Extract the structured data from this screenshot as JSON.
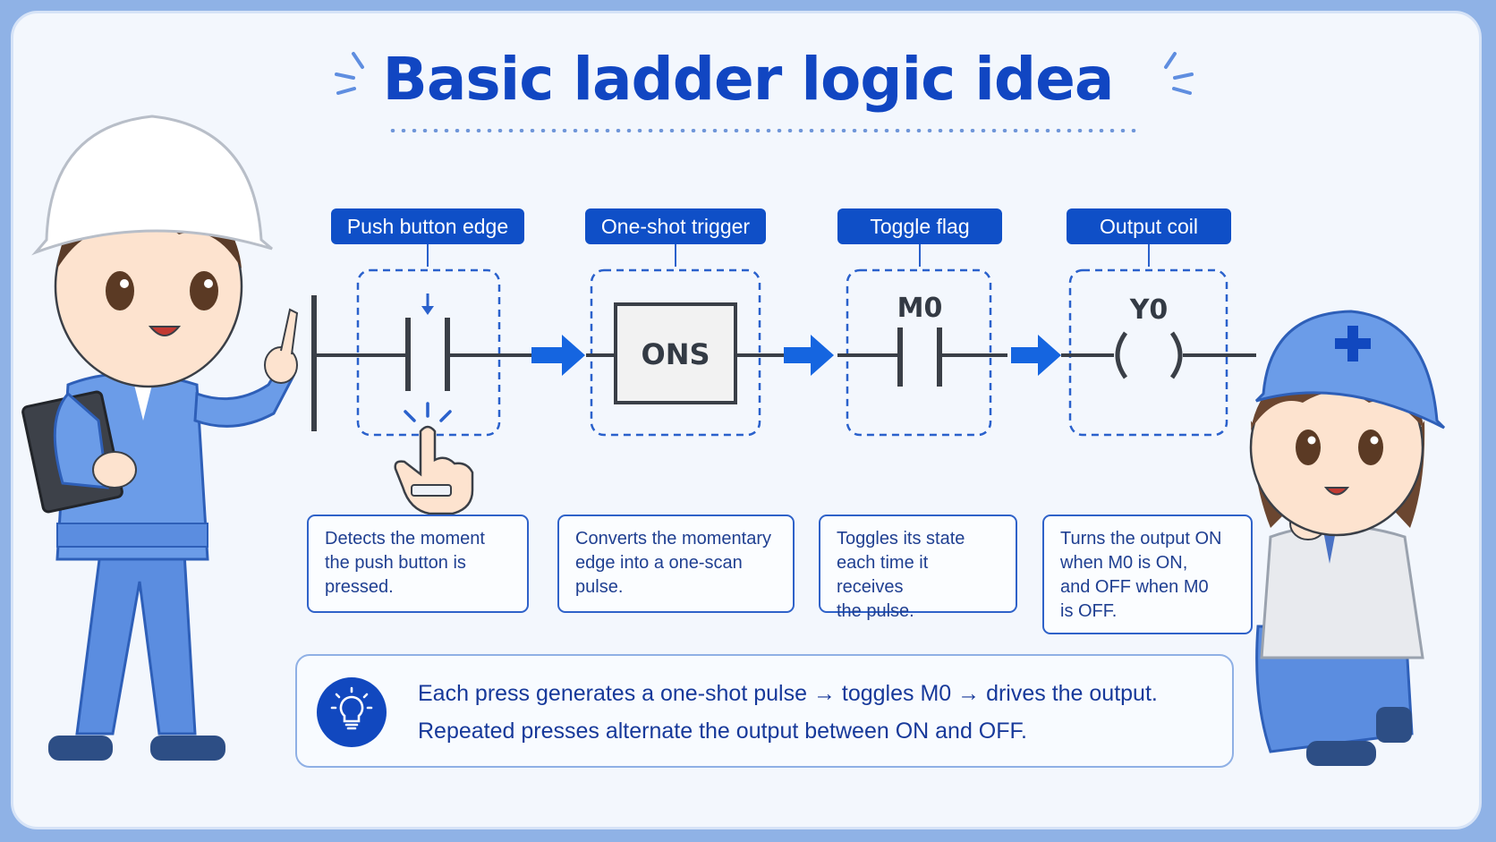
{
  "title": "Basic ladder logic idea",
  "stages": [
    {
      "tag": "Push button edge",
      "description": [
        "Detects the moment",
        "the push button is",
        "pressed."
      ]
    },
    {
      "tag": "One-shot trigger",
      "symbol": "ONS",
      "description": [
        "Converts the momentary",
        "edge into a one-scan",
        "pulse."
      ]
    },
    {
      "tag": "Toggle flag",
      "symbol": "M0",
      "description": [
        "Toggles its state",
        "each time it receives",
        "the pulse."
      ]
    },
    {
      "tag": "Output coil",
      "symbol": "Y0",
      "description": [
        "Turns the output ON",
        "when M0 is ON,",
        "and OFF when M0",
        "is OFF."
      ]
    }
  ],
  "summary": {
    "line1": "Each press generates a one-shot pulse → toggles M0 → drives the output.",
    "line2": "Repeated presses alternate the output between ON and OFF."
  },
  "icons": [
    "lightbulb-icon",
    "pointing-hand-icon",
    "arrow-right-icon"
  ],
  "colors": {
    "accent": "#0f4fc7",
    "arrow": "#1565e0",
    "rail": "#3a3f47",
    "background": "#f3f7fd",
    "frame": "#8fb2e6"
  }
}
